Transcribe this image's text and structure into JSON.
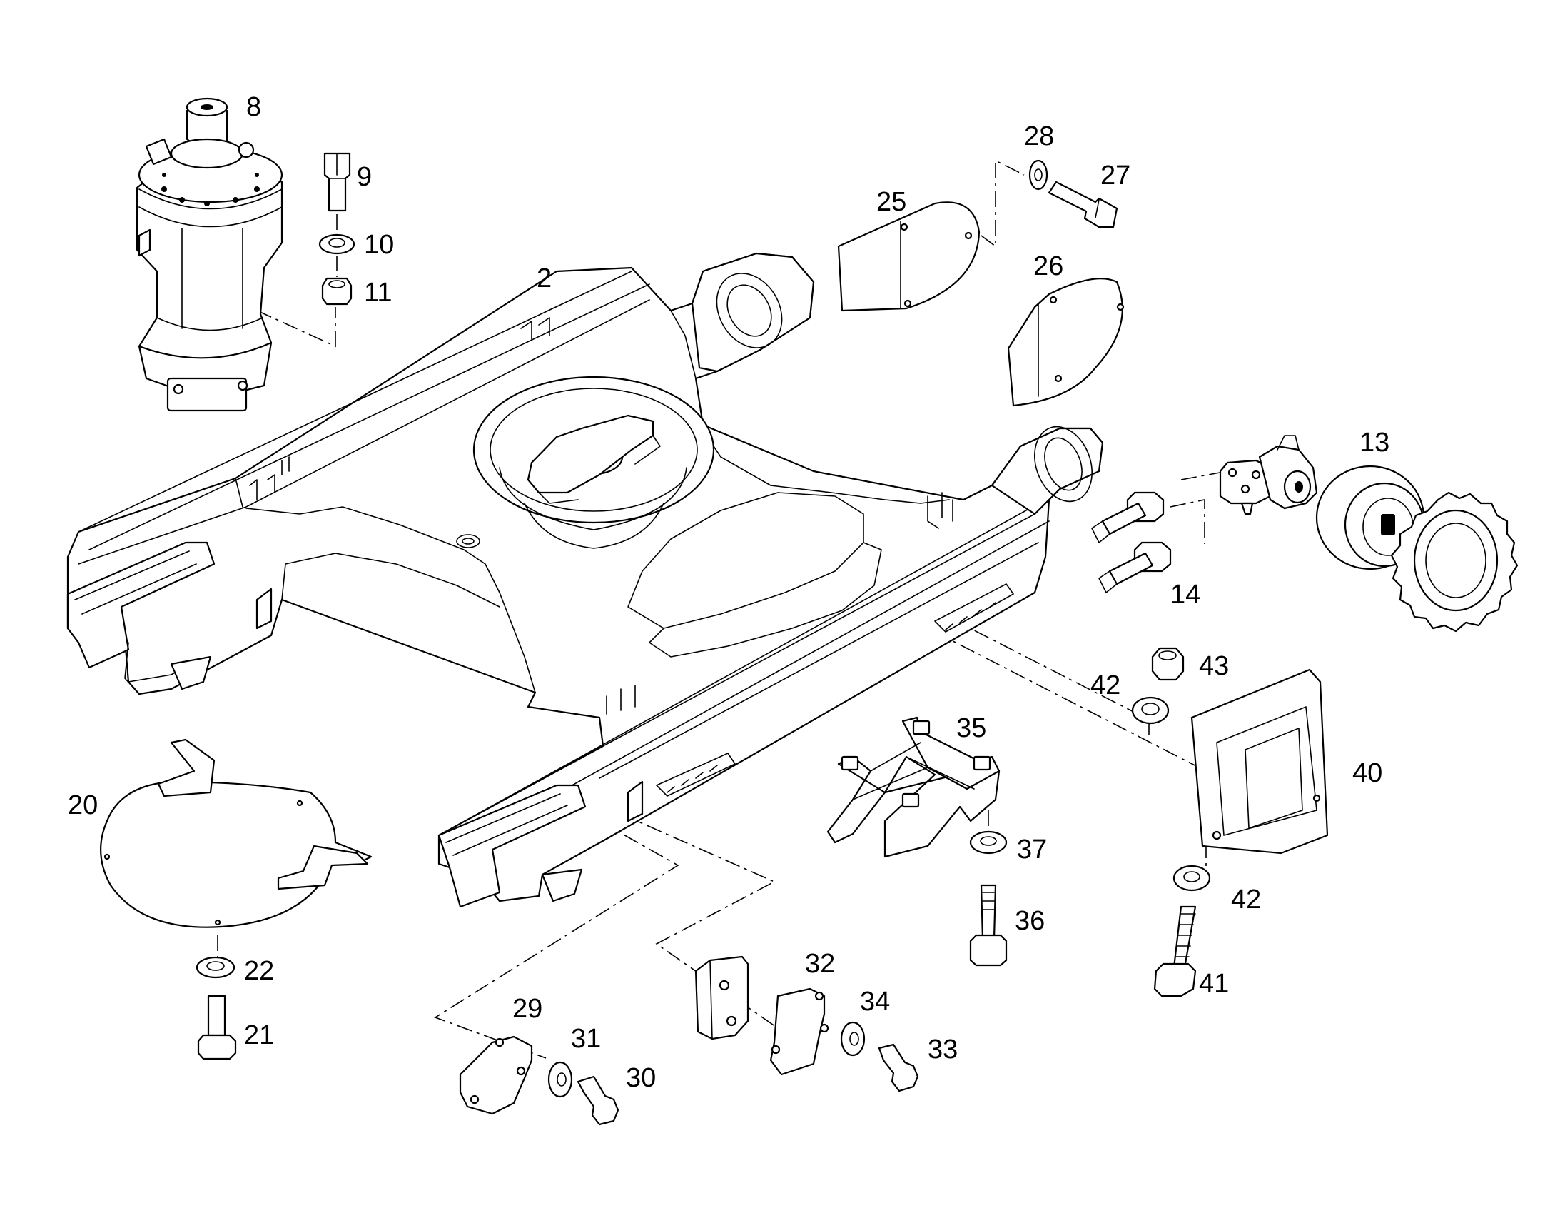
{
  "colors": {
    "line": "#000000",
    "background": "#ffffff"
  },
  "callouts": [
    "2",
    "8",
    "9",
    "10",
    "11",
    "13",
    "14",
    "20",
    "21",
    "22",
    "25",
    "26",
    "27",
    "28",
    "29",
    "30",
    "31",
    "32",
    "33",
    "34",
    "35",
    "36",
    "37",
    "40",
    "41",
    "42",
    "42",
    "43"
  ]
}
